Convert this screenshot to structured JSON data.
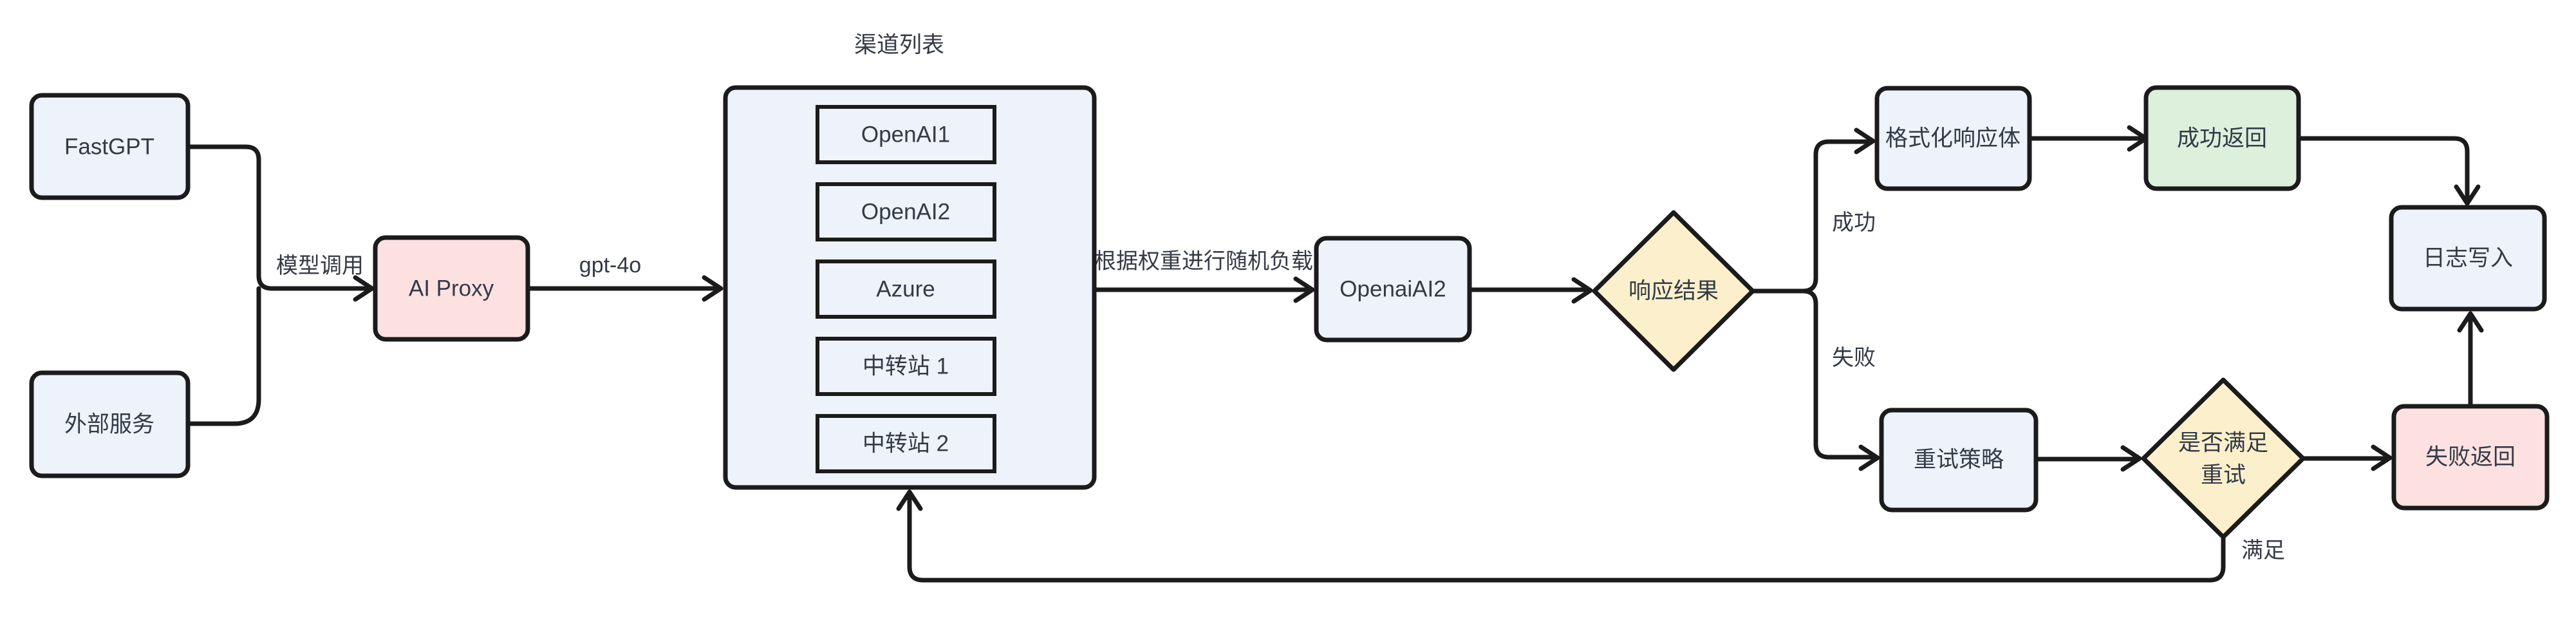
{
  "diagram": {
    "nodes": {
      "fastgpt": {
        "label": "FastGPT"
      },
      "external_service": {
        "label": "外部服务"
      },
      "ai_proxy": {
        "label": "AI Proxy"
      },
      "channel_list": {
        "title": "渠道列表",
        "channels": [
          "OpenAI1",
          "OpenAI2",
          "Azure",
          "中转站 1",
          "中转站 2"
        ]
      },
      "openai_ai2": {
        "label": "OpenaiAI2"
      },
      "response_result": {
        "label": "响应结果"
      },
      "format_response": {
        "label": "格式化响应体"
      },
      "success_return": {
        "label": "成功返回"
      },
      "log_write": {
        "label": "日志写入"
      },
      "retry_strategy": {
        "label": "重试策略"
      },
      "retry_check": {
        "line1": "是否满足",
        "line2": "重试"
      }
    },
    "edge_labels": {
      "model_call": "模型调用",
      "model_name": "gpt-4o",
      "load_balance": "根据权重进行随机负载",
      "success": "成功",
      "fail": "失败",
      "satisfied": "满足"
    },
    "colors": {
      "node_blue": "#edf2fb",
      "node_pink": "#fde1e1",
      "node_yellow": "#fcf0cc",
      "node_green": "#dcf0dc",
      "stroke": "#1b1b1b",
      "text": "#343a46",
      "background": "#ffffff"
    }
  }
}
